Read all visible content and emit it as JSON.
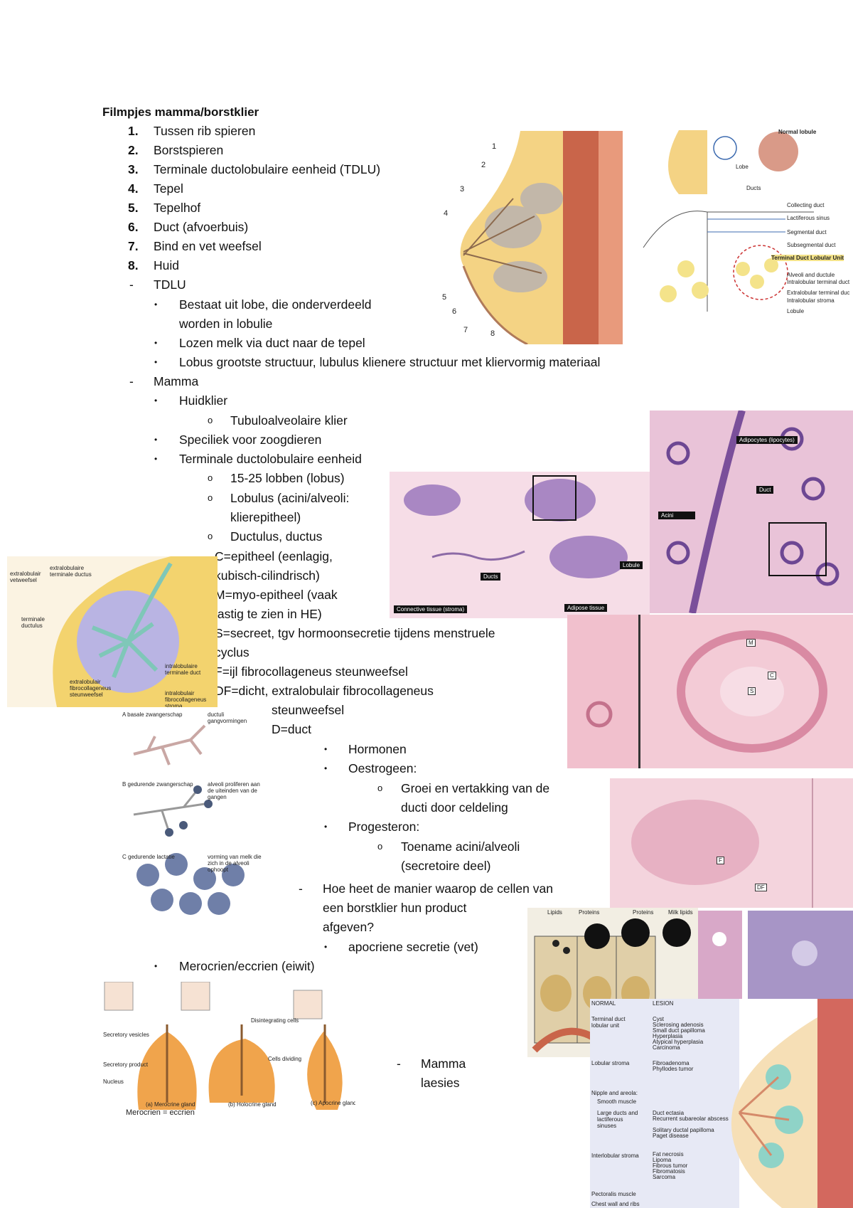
{
  "title": "Filmpjes mamma/borstklier",
  "numbered": [
    {
      "n": "1.",
      "text": "Tussen rib spieren"
    },
    {
      "n": "2.",
      "text": "Borstspieren"
    },
    {
      "n": "3.",
      "text": "Terminale ductolobulaire eenheid (TDLU)"
    },
    {
      "n": "4.",
      "text": "Tepel"
    },
    {
      "n": "5.",
      "text": "Tepelhof"
    },
    {
      "n": "6.",
      "text": "Duct (afvoerbuis)"
    },
    {
      "n": "7.",
      "text": "Bind en vet weefsel"
    },
    {
      "n": "8.",
      "text": "Huid"
    }
  ],
  "tdlu": {
    "heading": "TDLU",
    "b1a": "Bestaat uit lobe, die onderverdeeld",
    "b1b": "worden in lobulie",
    "b2": "Lozen melk via duct naar de tepel",
    "b3": "Lobus grootste structuur, lubulus klienere structuur met kliervormig materiaal"
  },
  "mamma": {
    "heading": "Mamma",
    "b1": "Huidklier",
    "b1sub": "Tubuloalveolaire klier",
    "b2": "Speciliek voor zoogdieren",
    "b3": "Terminale ductolobulaire eenheid",
    "s1": "15-25 lobben (lobus)",
    "s2a": "Lobulus (acini/alveoli:",
    "s2b": "klierepitheel)",
    "s3": "Ductulus, ductus",
    "c1": "C=epitheel (eenlagig,",
    "c2": "kubisch-cilindrisch)",
    "m1": "M=myo-epitheel (vaak",
    "m2": "lastig te zien in HE)",
    "sec1": "S=secreet, tgv hormoonsecretie tijdens menstruele",
    "sec2": "cyclus",
    "f": "F=ijl fibrocollageneus steunweefsel",
    "df1": "DF=dicht, extralobulair fibrocollageneus",
    "df2": "steunweefsel",
    "d": "D=duct",
    "horm": "Hormonen",
    "oest": "Oestrogeen:",
    "oest1": "Groei en vertakking van de",
    "oest2": "ducti door celdeling",
    "prog": "Progesteron:",
    "prog1": "Toename acini/alveoli",
    "prog2": "(secretoire deel)"
  },
  "question": {
    "q1": "Hoe heet de manier waarop de cellen van",
    "q2": "een borstklier hun product",
    "q3": "afgeven?",
    "a1": "apocriene secretie (vet)",
    "a2": "Merocrien/eccrien (eiwit)"
  },
  "laesies": {
    "l1": "Mamma",
    "l2": "laesies"
  },
  "bullets": {
    "dash": "-",
    "dot": "•",
    "circle": "o"
  },
  "fig_anatomy": {
    "labels": [
      "1",
      "2",
      "3",
      "4",
      "5",
      "6",
      "7",
      "8"
    ]
  },
  "fig_tdlu_small": {
    "labels": [
      "Normal lobule",
      "Lobe",
      "Ducts",
      "Collecting duct",
      "Lactiferous sinus",
      "Segmental duct",
      "Subsegmental duct",
      "Terminal Duct Lobular Unit",
      "Alveoli and ductule",
      "Intralobular terminal duct",
      "Extralobular terminal duct",
      "Intralobular stroma",
      "Lobule"
    ]
  },
  "fig_lobule_drawing": {
    "labels": [
      "extralobulaire terminale ductus",
      "extralobulair vetweefsel",
      "terminale ductulus",
      "intralobulaire terminale duct",
      "extralobulair fibrocollageneus steunweefsel",
      "intralobulair fibrocollageneus stroma"
    ]
  },
  "fig_histo1": {
    "labels": [
      "Ducts",
      "Lobule",
      "Connective tissue (stroma)",
      "Adipose tissue"
    ]
  },
  "fig_histo2": {
    "labels": [
      "Adipocytes (lipocytes)",
      "Duct",
      "Acini"
    ]
  },
  "fig_histo3": {
    "labels": [
      "M",
      "C",
      "S"
    ]
  },
  "fig_histo4": {
    "labels": [
      "F",
      "DF"
    ]
  },
  "fig_stages": {
    "labels": [
      "A basale zwangerschap",
      "ductuli gangvormingen",
      "B gedurende zwangerschap",
      "alveoli proliferen aan de uiteinden van de gangen",
      "C gedurende lactatie",
      "vorming van melk die zich in de alveoli ophoopt"
    ]
  },
  "fig_secretion": {
    "labels": [
      "Lipids",
      "Proteins",
      "Proteins",
      "Milk lipids"
    ]
  },
  "fig_glands": {
    "labels": [
      "Secretory vesicles",
      "Secretory product",
      "Nucleus",
      "(a) Merocrine gland",
      "(b) Holocrine gland",
      "(c) Apocrine gland",
      "Disintegrating cells",
      "Cells dividing",
      "Merocrien = eccrien"
    ]
  },
  "fig_lesions": {
    "labels": [
      "NORMAL",
      "LESION",
      "Terminal duct lobular unit",
      "Cyst",
      "Sclerosing adenosis",
      "Small duct papilloma",
      "Hyperplasia",
      "Atypical hyperplasia",
      "Carcinoma",
      "Lobular stroma",
      "Fibroadenoma",
      "Phyllodes tumor",
      "Nipple and areola:",
      "Smooth muscle",
      "Large ducts and lactiferous sinuses",
      "Duct ectasia",
      "Recurrent subareolar abscess",
      "Solitary ductal papilloma",
      "Paget disease",
      "Interlobular stroma",
      "Fat necrosis",
      "Lipoma",
      "Fibrous tumor",
      "Fibromatosis",
      "Sarcoma",
      "Pectoralis muscle",
      "Chest wall and ribs"
    ]
  },
  "colors": {
    "fat": "#f3cf7a",
    "pink": "#e9a6ad",
    "purple": "#8a5fa6",
    "histo": "#f1cbd8",
    "muscle": "#c9654a"
  }
}
